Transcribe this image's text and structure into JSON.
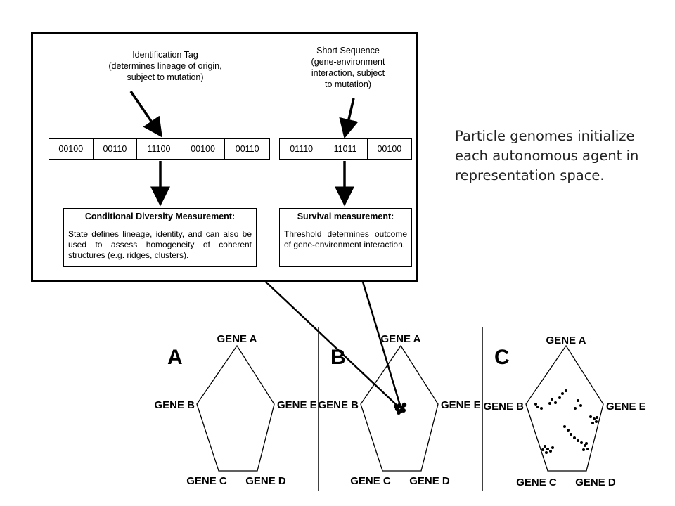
{
  "callout": {
    "id_tag_label": [
      "Identification Tag",
      "(determines lineage of origin,",
      "subject to mutation)"
    ],
    "short_seq_label": [
      "Short Sequence",
      "(gene-environment",
      "interaction, subject",
      "to mutation)"
    ],
    "genome_left": [
      "00100",
      "00110",
      "11100",
      "00100",
      "00110"
    ],
    "genome_right": [
      "01110",
      "11011",
      "00100"
    ],
    "diversity_box": {
      "title": "Conditional Diversity Measurement:",
      "body": "State defines lineage, identity, and can also be used to assess homogeneity of coherent structures (e.g. ridges, clusters)."
    },
    "survival_box": {
      "title": "Survival measurement:",
      "body": "Threshold determines outcome of gene-environment interaction."
    }
  },
  "caption": "Particle genomes initialize each autonomous agent in representation space.",
  "panels": [
    {
      "letter": "A",
      "genes": [
        "GENE A",
        "GENE B",
        "GENE E",
        "GENE C",
        "GENE D"
      ]
    },
    {
      "letter": "B",
      "genes": [
        "GENE A",
        "GENE B",
        "GENE E",
        "GENE C",
        "GENE D"
      ]
    },
    {
      "letter": "C",
      "genes": [
        "GENE A",
        "GENE B",
        "GENE E",
        "GENE C",
        "GENE D"
      ]
    }
  ]
}
